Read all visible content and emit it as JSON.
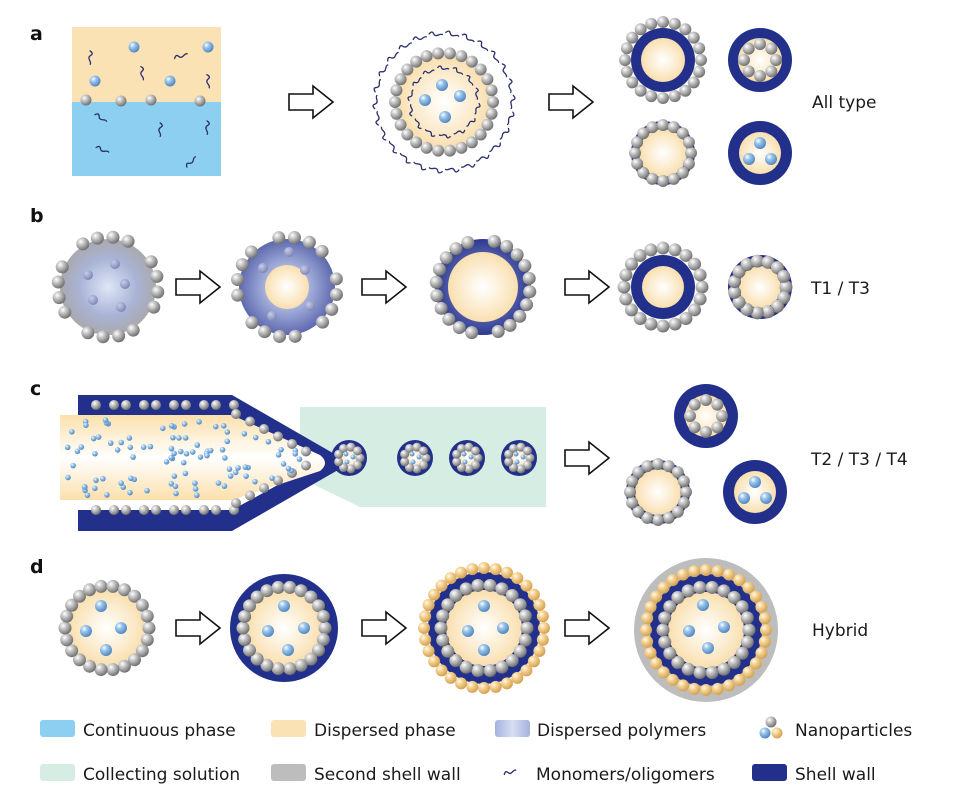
{
  "figure": {
    "colors": {
      "continuous_phase": "#8ccff0",
      "dispersed_phase": "#fbe2b4",
      "dispersed_polymers": "#a4b2de",
      "collecting_solution": "#d6ede4",
      "second_shell_wall": "#bdbdbd",
      "shell_wall": "#23308b",
      "monomer": "#2b2f6e",
      "np_gray": "#9a9a9a",
      "np_blue": "#7fb0df",
      "np_gold": "#f2c77f"
    },
    "panels": [
      {
        "id": "a",
        "label": "a",
        "type_label": "All type"
      },
      {
        "id": "b",
        "label": "b",
        "type_label": "T1 / T3"
      },
      {
        "id": "c",
        "label": "c",
        "type_label": "T2 / T3 / T4"
      },
      {
        "id": "d",
        "label": "d",
        "type_label": "Hybrid"
      }
    ],
    "legend": [
      {
        "key": "continuous-phase",
        "label": "Continuous phase",
        "swatch": "rect",
        "color": "#8ccff0"
      },
      {
        "key": "dispersed-phase",
        "label": "Dispersed phase",
        "swatch": "rect",
        "color": "#fbe2b4"
      },
      {
        "key": "dispersed-polymers",
        "label": "Dispersed polymers",
        "swatch": "gradient-rect",
        "color": "#a4b2de"
      },
      {
        "key": "nanoparticles",
        "label": "Nanoparticles",
        "swatch": "spheres",
        "color": "#9a9a9a"
      },
      {
        "key": "collecting-solution",
        "label": "Collecting solution",
        "swatch": "rect",
        "color": "#d6ede4"
      },
      {
        "key": "second-shell-wall",
        "label": "Second shell wall",
        "swatch": "rect",
        "color": "#bdbdbd"
      },
      {
        "key": "monomers-oligomers",
        "label": "Monomers/oligomers",
        "swatch": "squiggle",
        "color": "#2b2f6e"
      },
      {
        "key": "shell-wall",
        "label": "Shell wall",
        "swatch": "rect",
        "color": "#23308b"
      }
    ]
  }
}
